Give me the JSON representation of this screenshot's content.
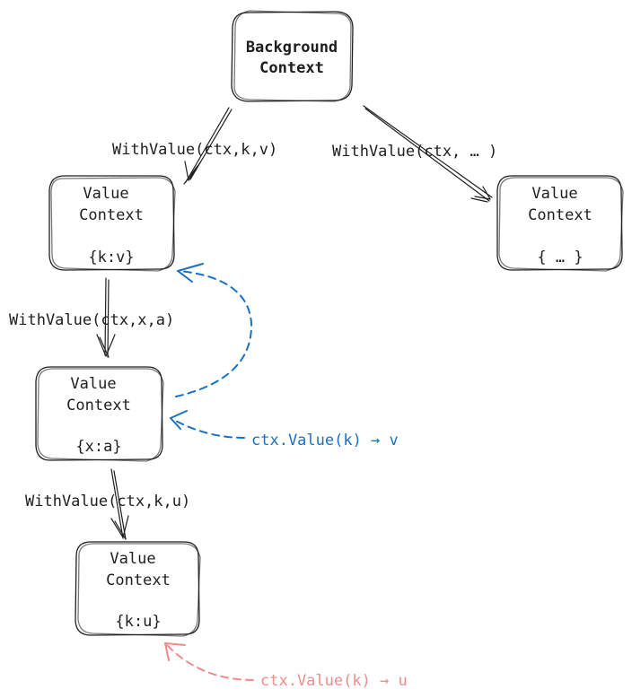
{
  "nodes": {
    "background": {
      "line1": "Background",
      "line2": "Context"
    },
    "value_kv": {
      "line1": "Value",
      "line2": "Context",
      "line3": "{k:v}"
    },
    "value_dots": {
      "line1": "Value",
      "line2": "Context",
      "line3": "{ … }"
    },
    "value_xa": {
      "line1": "Value",
      "line2": "Context",
      "line3": "{x:a}"
    },
    "value_ku": {
      "line1": "Value",
      "line2": "Context",
      "line3": "{k:u}"
    }
  },
  "edges": {
    "bg_to_kv": "WithValue(ctx,k,v)",
    "bg_to_dots": "WithValue(ctx, … )",
    "kv_to_xa": "WithValue(ctx,x,a)",
    "xa_to_ku": "WithValue(ctx,k,u)"
  },
  "lookups": {
    "blue": "ctx.Value(k) → v",
    "red": "ctx.Value(k) → u"
  },
  "colors": {
    "stroke": "#1e1e1e",
    "blue": "#1971c2",
    "red": "#f08c8c"
  }
}
